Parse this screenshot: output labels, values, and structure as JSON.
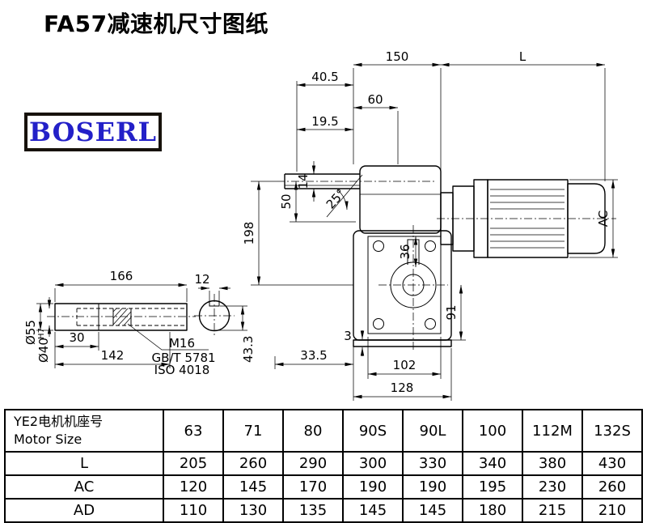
{
  "title": "FA57减速机尺寸图纸",
  "logo": "BOSERL",
  "dims": {
    "d150": "150",
    "dL": "L",
    "d40_5": "40.5",
    "d60": "60",
    "d19_5": "19.5",
    "d14": "14",
    "d50": "50",
    "d25": "25°",
    "d198": "198",
    "dAC": "AC",
    "d36": "36",
    "d91": "91",
    "d3": "3",
    "d33_5": "33.5",
    "d102": "102",
    "d128": "128",
    "d166": "166",
    "d12": "12",
    "d30": "30",
    "d142": "142",
    "d55": "Ø55",
    "d40": "Ø40",
    "d40tol": "H7",
    "d43_3": "43.3",
    "m16": "M16",
    "gb": "GB/T 5781",
    "iso": "ISO 4018"
  },
  "table": {
    "header": {
      "line1": "YE2电机机座号",
      "line2": "Motor Size"
    },
    "sizes": [
      "63",
      "71",
      "80",
      "90S",
      "90L",
      "100",
      "112M",
      "132S"
    ],
    "rows": [
      {
        "label": "L",
        "values": [
          "205",
          "260",
          "290",
          "300",
          "330",
          "340",
          "380",
          "430"
        ]
      },
      {
        "label": "AC",
        "values": [
          "120",
          "145",
          "170",
          "190",
          "190",
          "195",
          "230",
          "260"
        ]
      },
      {
        "label": "AD",
        "values": [
          "110",
          "130",
          "135",
          "145",
          "145",
          "180",
          "215",
          "210"
        ]
      }
    ]
  }
}
